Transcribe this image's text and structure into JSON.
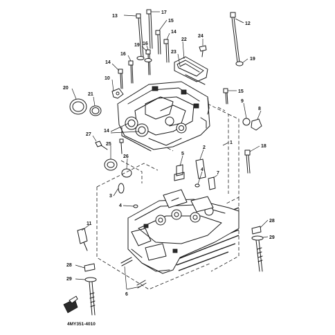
{
  "diagram": {
    "catalog_code": "4MY351-4010",
    "callouts": [
      {
        "id": "c13a",
        "label": "13"
      },
      {
        "id": "c17",
        "label": "17"
      },
      {
        "id": "c15a",
        "label": "15"
      },
      {
        "id": "c12",
        "label": "12"
      },
      {
        "id": "c14a",
        "label": "14"
      },
      {
        "id": "c24",
        "label": "24"
      },
      {
        "id": "c19a",
        "label": "19"
      },
      {
        "id": "c16a",
        "label": "16"
      },
      {
        "id": "c22",
        "label": "22"
      },
      {
        "id": "c23",
        "label": "23"
      },
      {
        "id": "c16b",
        "label": "16"
      },
      {
        "id": "c19b",
        "label": "19"
      },
      {
        "id": "c14b",
        "label": "14"
      },
      {
        "id": "c10",
        "label": "10"
      },
      {
        "id": "c15b",
        "label": "15"
      },
      {
        "id": "c20",
        "label": "20"
      },
      {
        "id": "c21",
        "label": "21"
      },
      {
        "id": "c9",
        "label": "9"
      },
      {
        "id": "c8",
        "label": "8"
      },
      {
        "id": "c14c",
        "label": "14"
      },
      {
        "id": "c27",
        "label": "27"
      },
      {
        "id": "c25",
        "label": "25"
      },
      {
        "id": "c1",
        "label": "1"
      },
      {
        "id": "c18",
        "label": "18"
      },
      {
        "id": "c26",
        "label": "26"
      },
      {
        "id": "c5",
        "label": "5"
      },
      {
        "id": "c2",
        "label": "2"
      },
      {
        "id": "c7",
        "label": "7"
      },
      {
        "id": "c4a",
        "label": "4"
      },
      {
        "id": "c3",
        "label": "3"
      },
      {
        "id": "c4b",
        "label": "4"
      },
      {
        "id": "c11",
        "label": "11"
      },
      {
        "id": "c28a",
        "label": "28"
      },
      {
        "id": "c29a",
        "label": "29"
      },
      {
        "id": "c28b",
        "label": "28"
      },
      {
        "id": "c29b",
        "label": "29"
      },
      {
        "id": "c6",
        "label": "6"
      }
    ]
  }
}
